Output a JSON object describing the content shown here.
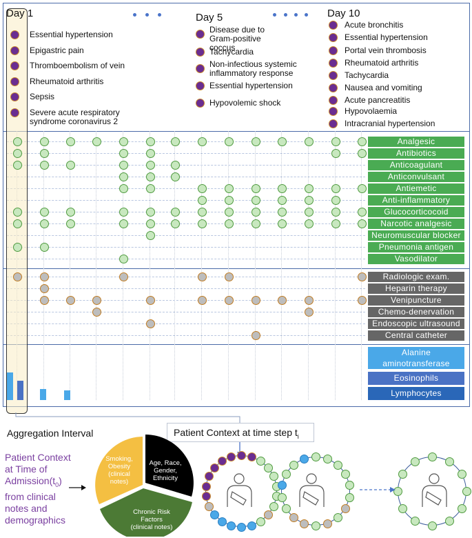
{
  "days": [
    "Day 1",
    "Day 5",
    "Day 10"
  ],
  "conditions": {
    "day1": [
      "Essential hypertension",
      "Epigastric pain",
      "Thromboembolism of vein",
      "Rheumatoid arthritis",
      "Sepsis",
      "Severe acute respiratory syndrome coronavirus 2"
    ],
    "day5": [
      "Disease due to Gram-positive coccus",
      "Tachycardia",
      "Non-infectious systemic inflammatory response",
      "Essential hypertension",
      "Hypovolemic shock"
    ],
    "day10": [
      "Acute bronchitis",
      "Essential hypertension",
      "Portal vein thrombosis",
      "Rheumatoid arthritis",
      "Tachycardia",
      "Nausea and vomiting",
      "Acute pancreatitis",
      "Hypovolaemia",
      "Intracranial hypertension"
    ]
  },
  "medications": [
    "Analgesic",
    "Antibiotics",
    "Anticoagulant",
    "Anticonvulsant",
    "Antiemetic",
    "Anti-inflammatory",
    "Glucocorticocoid",
    "Narcotic analgesic",
    "Neuromuscular blocker",
    "Pneumonia antigen",
    "Vasodilator"
  ],
  "procedures": [
    "Radiologic exam.",
    "Heparin therapy",
    "Venipuncture",
    "Chemo-denervation",
    "Endoscopic ultrasound",
    "Central catheter"
  ],
  "labs": [
    "Alanine aminotransferase",
    "Eosinophils",
    "Lymphocytes"
  ],
  "lab_colors": [
    "#4aa8e8",
    "#4a72c4",
    "#2a67b8"
  ],
  "aggregation_interval_label": "Aggregation Interval",
  "patient_context_step_label": "Patient Context at time step t",
  "patient_context_step_sub": "i",
  "admission_label_parts": [
    "Patient Context at Time of Admission(t",
    "0",
    ") from clinical notes and demographics"
  ],
  "pie": {
    "slices": [
      {
        "label": "Smoking, Obesity (clinical notes)",
        "color": "#f4bf42"
      },
      {
        "label": "Age, Race, Gender, Ethnicity",
        "color": "#000000"
      },
      {
        "label": "Chronic Risk Factors (clinical notes)",
        "color": "#4c7a35"
      }
    ]
  },
  "colors": {
    "condition": "#6a2d91",
    "medication": "#c8e8bf",
    "procedure": "#bdbdbd",
    "med_label": "#4aab53",
    "proc_label": "#666666",
    "ring_outline": "#3a5a9a",
    "admission_text": "#7a3fa0"
  }
}
